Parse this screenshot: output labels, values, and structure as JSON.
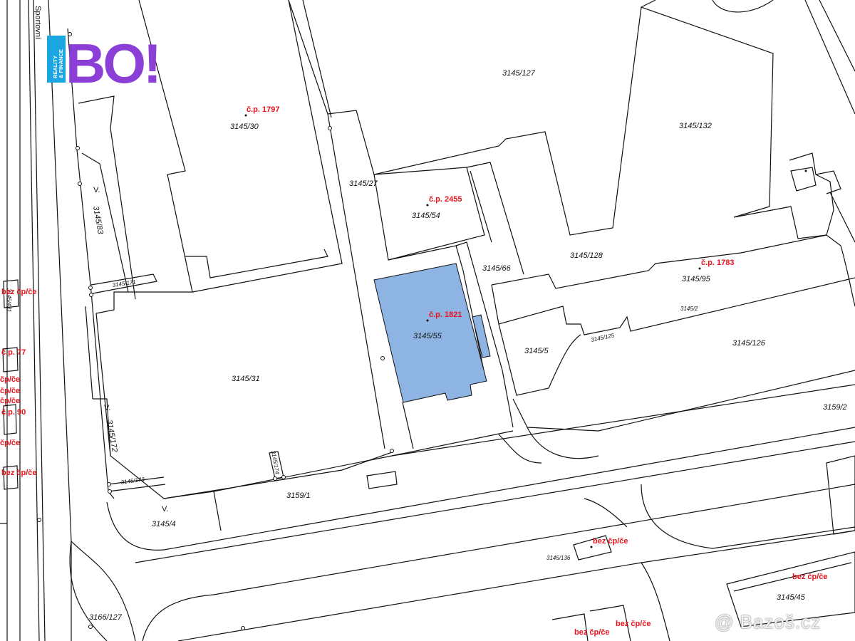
{
  "street": "Sportovní",
  "logo": {
    "brand": "BO!",
    "tagline_1": "REALITY",
    "tagline_2": "& FINANCE",
    "colors": {
      "square": "#1aa6e0",
      "letters": "#8b3fd6",
      "exclamation": "#c23ad9"
    }
  },
  "highlight_color": "#8db4e2",
  "parcels": {
    "p127": "3145/127",
    "p132": "3145/132",
    "p30": "3145/30",
    "p27": "3145/27",
    "p54": "3145/54",
    "p83": "3145/83",
    "p128": "3145/128",
    "p95": "3145/95",
    "p66": "3145/66",
    "p171": "3145/171",
    "p431": "3145/431",
    "p55": "3145/55",
    "p2": "3145/2",
    "p125": "3145/125",
    "p5": "3145/5",
    "p126": "3145/126",
    "p31": "3145/31",
    "p159_2": "3159/2",
    "p172": "3145/172",
    "p174": "3145/174",
    "p173": "3145/173",
    "p159_1": "3159/1",
    "p4": "3145/4",
    "p136": "3145/136",
    "p45": "3145/45",
    "p166_127": "3166/127"
  },
  "building_labels": {
    "cp1797": "č.p. 1797",
    "cp2455": "č.p. 2455",
    "cp1783": "č.p. 1783",
    "cp1821": "č.p. 1821",
    "bez1": "bez čp/če",
    "bez2": "bez čp/če",
    "bez3": "bez čp/če",
    "bez4": "bez čp/če",
    "left1": "bez čp/če",
    "left2": "č.p. 77",
    "left3": "čp/če",
    "left4": "čp/če",
    "left5": "čp/če",
    "left6": "č.p. 90",
    "left7": "čp/če",
    "left8": "bez čp/če"
  },
  "watermark": "@ Bazoš.cz"
}
